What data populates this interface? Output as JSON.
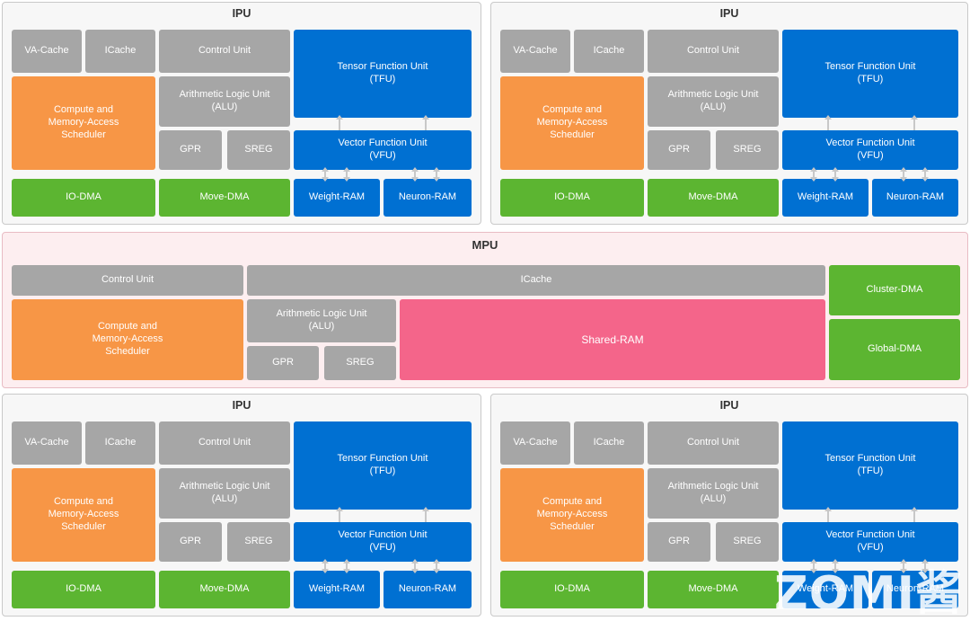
{
  "diagram": {
    "title_ipu": "IPU",
    "title_mpu": "MPU",
    "watermark": "ZOMI酱"
  },
  "colors": {
    "gray": "#a6a6a6",
    "orange": "#f79646",
    "green": "#5cb531",
    "blue": "#0070d2",
    "pink": "#f4658a",
    "ipu_panel_bg": "#f7f7f7",
    "mpu_panel_bg": "#fdeef0",
    "connector": "#c8c8c8"
  },
  "ipu": {
    "title": "IPU",
    "blocks": {
      "va_cache": "VA-Cache",
      "icache": "ICache",
      "control_unit": "Control Unit",
      "tfu": "Tensor Function Unit\n(TFU)",
      "scheduler": "Compute and\nMemory-Access\nScheduler",
      "alu": "Arithmetic Logic Unit\n(ALU)",
      "gpr": "GPR",
      "sreg": "SREG",
      "vfu": "Vector Function Unit\n(VFU)",
      "io_dma": "IO-DMA",
      "move_dma": "Move-DMA",
      "weight_ram": "Weight-RAM",
      "neuron_ram": "Neuron-RAM"
    }
  },
  "mpu": {
    "title": "MPU",
    "blocks": {
      "control_unit": "Control Unit",
      "icache": "ICache",
      "cluster_dma": "Cluster-DMA",
      "global_dma": "Global-DMA",
      "scheduler": "Compute and\nMemory-Access\nScheduler",
      "alu": "Arithmetic Logic Unit\n(ALU)",
      "gpr": "GPR",
      "sreg": "SREG",
      "shared_ram": "Shared-RAM"
    }
  }
}
